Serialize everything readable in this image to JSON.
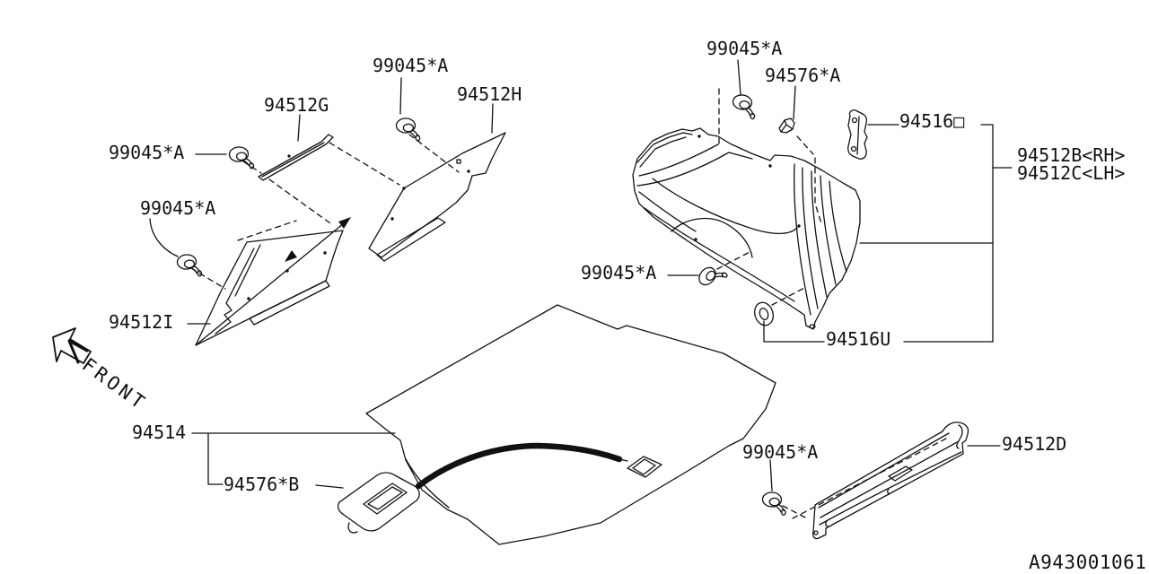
{
  "diagram_id": "A943001061",
  "front_label": "FRONT",
  "labels": {
    "clip_top": "99045*A",
    "clip_left": "99045*A",
    "clip_mid_left": "99045*A",
    "clip_top_right": "99045*A",
    "clip_center": "99045*A",
    "clip_bottom": "99045*A",
    "strip_g": "94512G",
    "panel_h": "94512H",
    "panel_i": "94512I",
    "panel_rh": "94512B<RH>",
    "panel_lh": "94512C<LH>",
    "bracket": "94516□",
    "grommet": "94516U",
    "mat": "94514",
    "handle": "94576*B",
    "clip_b": "94576*A",
    "sill": "94512D"
  }
}
